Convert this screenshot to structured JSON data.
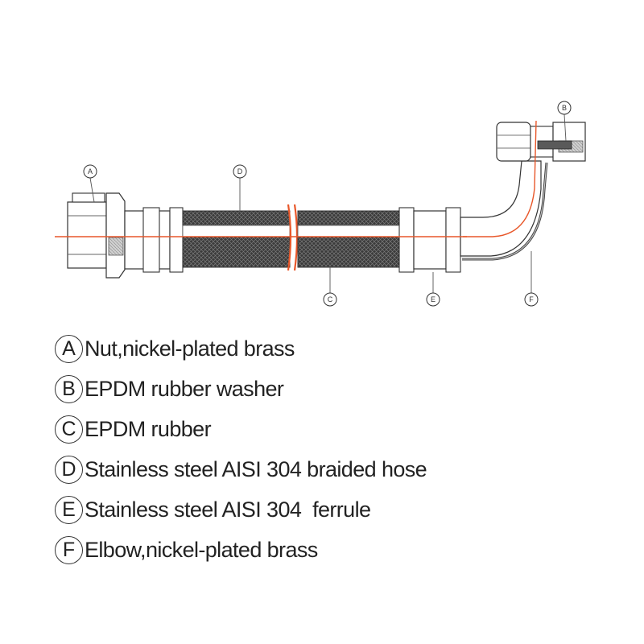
{
  "diagram": {
    "callouts": [
      {
        "id": "A",
        "letter": "A"
      },
      {
        "id": "B",
        "letter": "B"
      },
      {
        "id": "C",
        "letter": "C"
      },
      {
        "id": "D",
        "letter": "D"
      },
      {
        "id": "E",
        "letter": "E"
      },
      {
        "id": "F",
        "letter": "F"
      }
    ]
  },
  "legend": [
    {
      "letter": "A",
      "text": "Nut,nickel-plated brass"
    },
    {
      "letter": "B",
      "text": "EPDM rubber washer"
    },
    {
      "letter": "C",
      "text": "EPDM rubber"
    },
    {
      "letter": "D",
      "text": "Stainless steel AISI 304 braided hose"
    },
    {
      "letter": "E",
      "text": "Stainless steel AISI 304  ferrule"
    },
    {
      "letter": "F",
      "text": "Elbow,nickel-plated brass"
    }
  ],
  "colors": {
    "centerline": "#e8572a",
    "outline": "#333333",
    "braid": "#3a3a3a",
    "washer": "#5a5a5a"
  }
}
